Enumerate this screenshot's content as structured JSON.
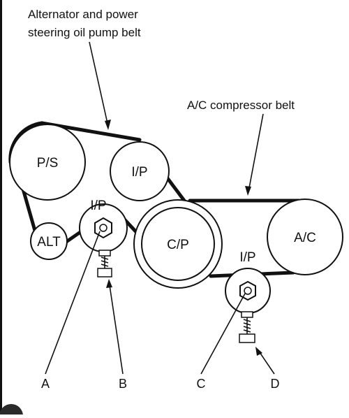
{
  "callouts": {
    "alt_belt_line1": "Alternator and power",
    "alt_belt_line2": "steering oil pump belt",
    "ac_belt": "A/C compressor belt"
  },
  "pulleys": {
    "ps": "P/S",
    "ip_upper": "I/P",
    "ip_left": "I/P",
    "alt": "ALT",
    "cp": "C/P",
    "ac": "A/C",
    "ip_lower": "I/P"
  },
  "letters": {
    "a": "A",
    "b": "B",
    "c": "C",
    "d": "D"
  }
}
